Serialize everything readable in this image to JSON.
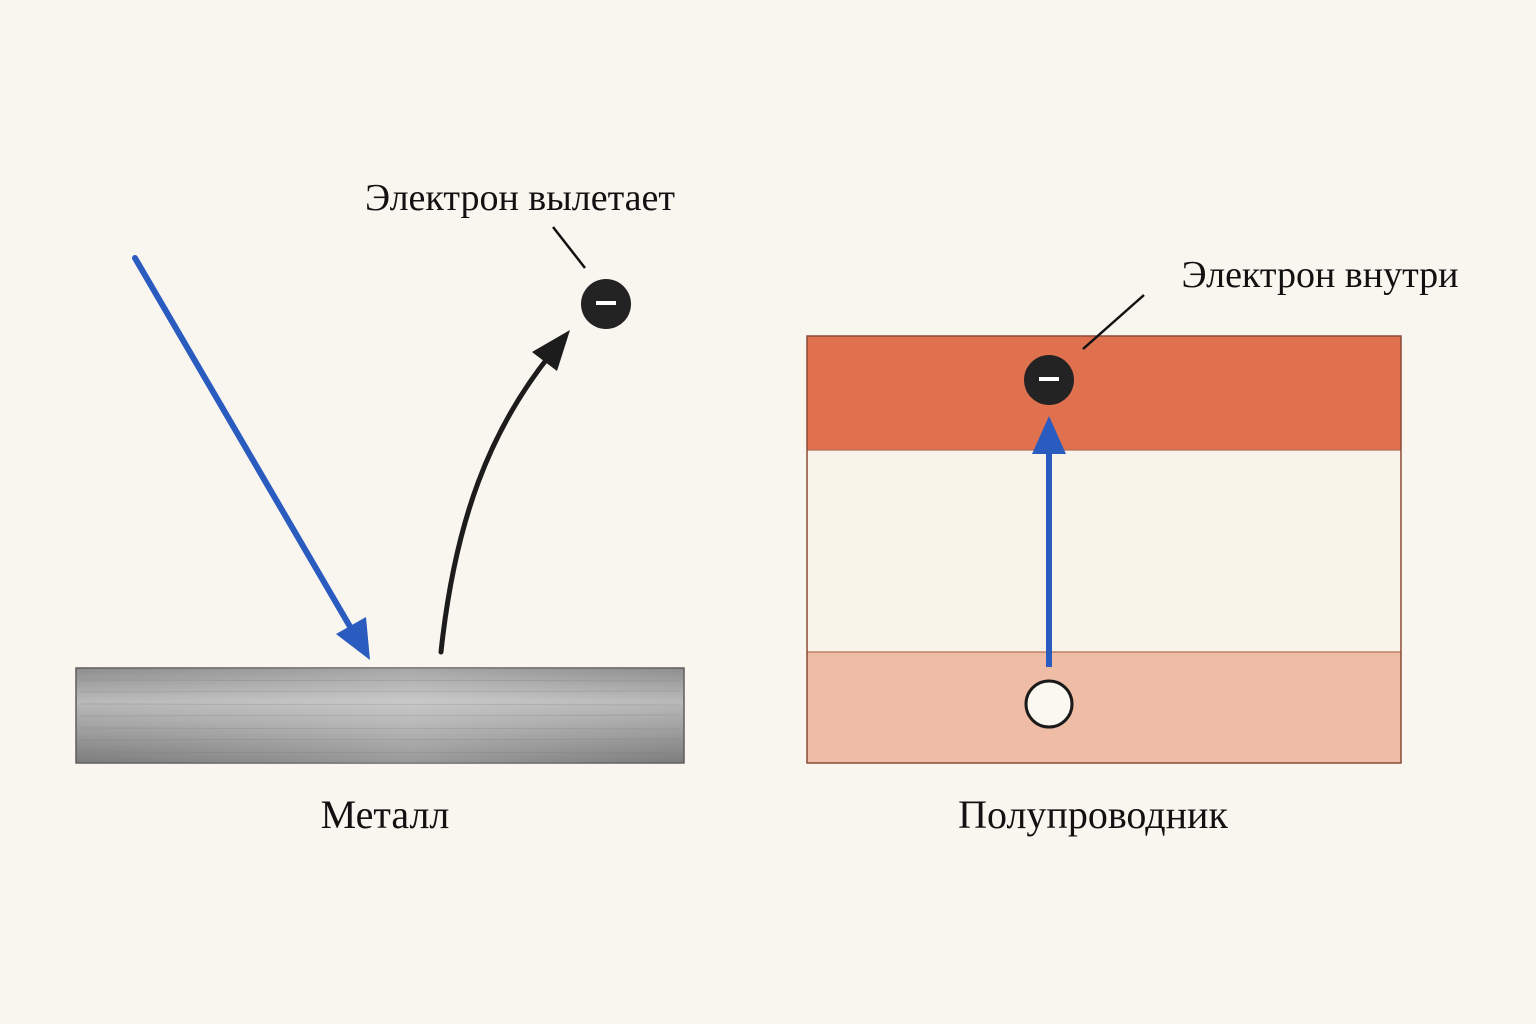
{
  "labels": {
    "electron_escapes": "Электрон вылетает",
    "electron_inside": "Электрон внутри",
    "metal": "Металл",
    "semiconductor": "Полупроводник",
    "electron_symbol": "−"
  },
  "colors": {
    "background": "#f9f6f0",
    "photon_arrow": "#2a5cc0",
    "electron_path": "#1c1c1c",
    "electron": "#232323",
    "metal_plate": "#9a9a9a",
    "conduction_band": "#e0714f",
    "band_gap": "#f8f4ea",
    "valence_band": "#efbda6"
  }
}
